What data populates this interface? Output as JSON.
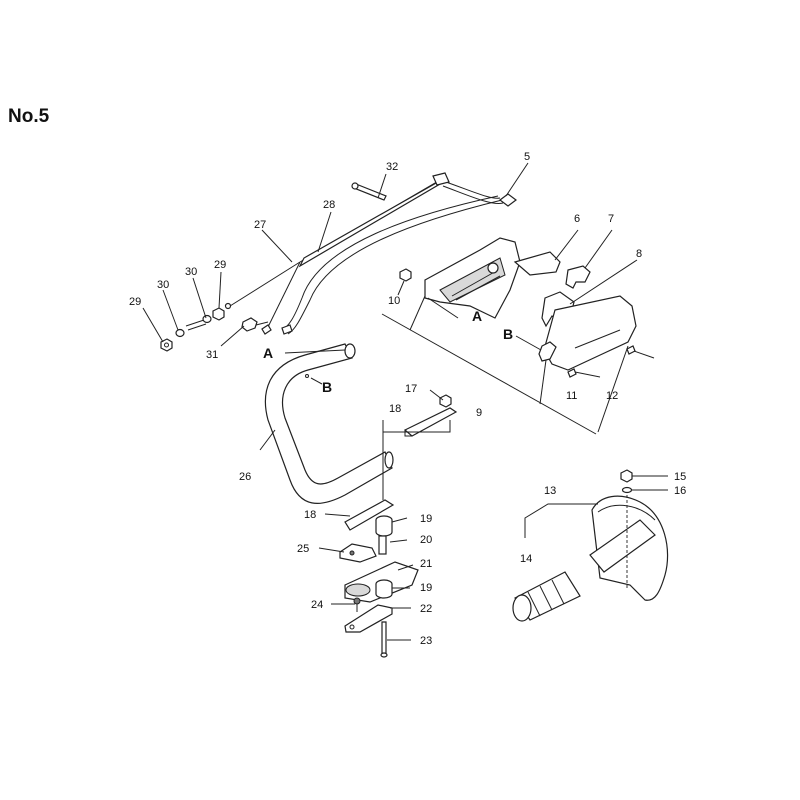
{
  "title": "No.5",
  "callouts": {
    "c5": "5",
    "c6": "6",
    "c7": "7",
    "c8": "8",
    "c9": "9",
    "c10": "10",
    "c11": "11",
    "c12": "12",
    "c13": "13",
    "c14": "14",
    "c15": "15",
    "c16": "16",
    "c17": "17",
    "c18a": "18",
    "c18b": "18",
    "c19a": "19",
    "c19b": "19",
    "c20": "20",
    "c21": "21",
    "c22": "22",
    "c23": "23",
    "c24": "24",
    "c25": "25",
    "c26": "26",
    "c27": "27",
    "c28": "28",
    "c29a": "29",
    "c29b": "29",
    "c30a": "30",
    "c30b": "30",
    "c31": "31",
    "c32": "32"
  },
  "markers": {
    "a1": "A",
    "a2": "A",
    "b1": "B",
    "b2": "B"
  }
}
